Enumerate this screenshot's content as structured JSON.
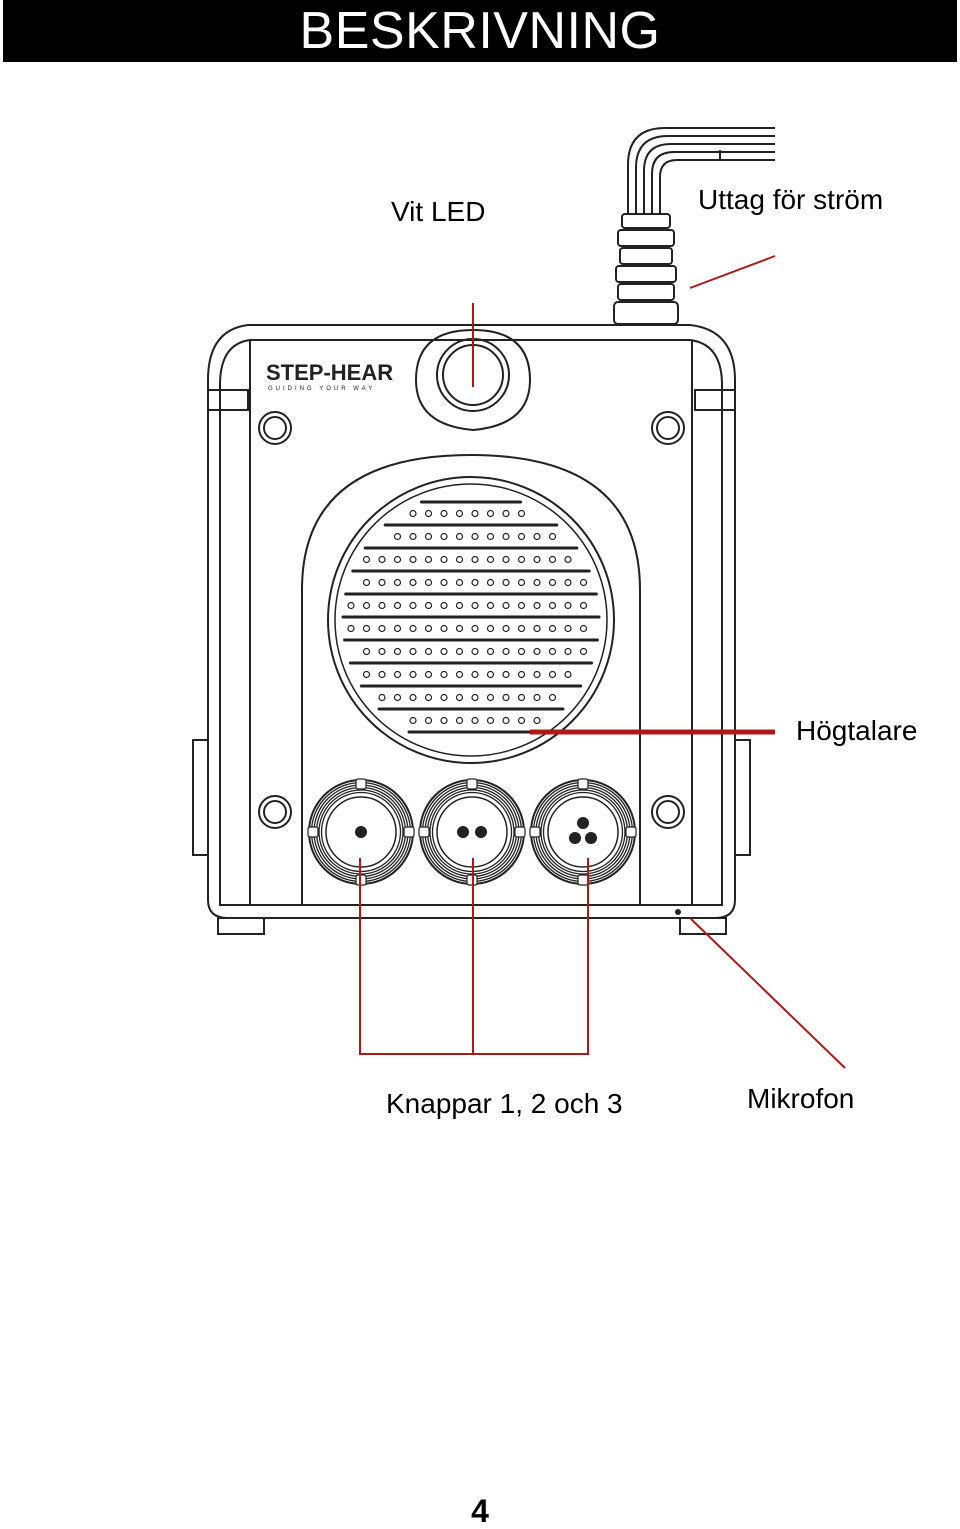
{
  "header": {
    "title": "BESKRIVNING",
    "background": "#000000",
    "text_color": "#ffffff"
  },
  "callouts": {
    "led": "Vit LED",
    "power": "Uttag för ström",
    "speaker": "Högtalare",
    "buttons": "Knappar 1, 2 och 3",
    "microphone": "Mikrofon"
  },
  "device": {
    "brand": "STEP-HEAR",
    "tagline": "GUIDING YOUR WAY",
    "button_dots": [
      1,
      2,
      3
    ]
  },
  "colors": {
    "callout_line": "#b01818",
    "outline": "#222222"
  },
  "footer": {
    "page_number": "4"
  }
}
